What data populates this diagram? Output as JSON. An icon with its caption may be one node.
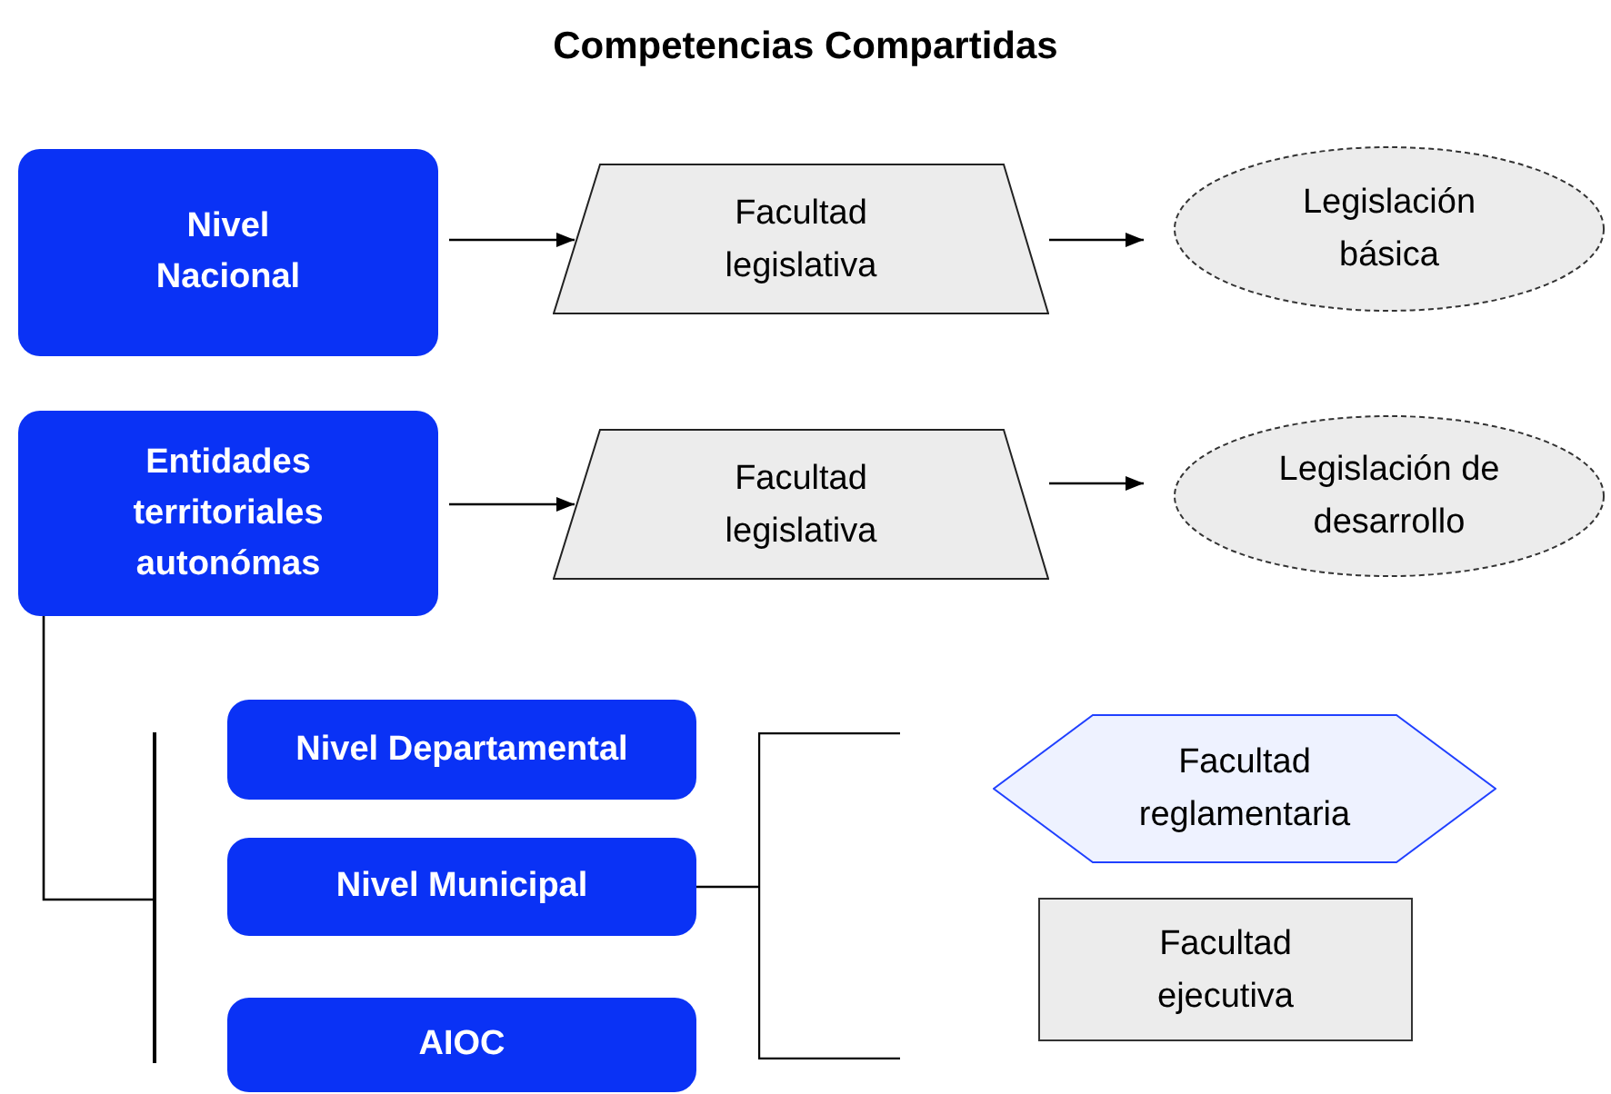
{
  "diagram": {
    "title": "Competencias Compartidas",
    "nodes": [
      {
        "text": [
          "Nivel Nacional"
        ]
      },
      {
        "text": [
          "Facultad legislativa"
        ]
      },
      {
        "text": [
          "Legislación básica"
        ]
      },
      {
        "text": [
          "Entidades territoriales autonómas"
        ]
      },
      {
        "text": [
          "Facultad legislativa"
        ]
      },
      {
        "text": [
          "Legislación de desarrollo"
        ]
      },
      {
        "text": [],
        "shape": "bar"
      },
      {
        "text": [
          "Nivel Departamental"
        ]
      },
      {
        "text": [
          "Nivel Municipal"
        ]
      },
      {
        "text": [
          "AIOC"
        ]
      },
      {
        "text": [],
        "shape": "bracket"
      },
      {
        "text": [
          "Facultad reglamentaria"
        ]
      },
      {
        "text": [
          "Facultad ejecutiva"
        ]
      }
    ],
    "edges": [
      {
        "from": 0,
        "to": 1,
        "arrow": "to"
      },
      {
        "from": 1,
        "to": 2,
        "arrow": "to"
      },
      {
        "from": 3,
        "to": 4,
        "arrow": "to"
      },
      {
        "from": 4,
        "to": 5,
        "arrow": "to"
      },
      {
        "from": 3,
        "to": 6,
        "arrow": "none"
      },
      {
        "from": 8,
        "to": 10,
        "arrow": "none"
      }
    ]
  }
}
